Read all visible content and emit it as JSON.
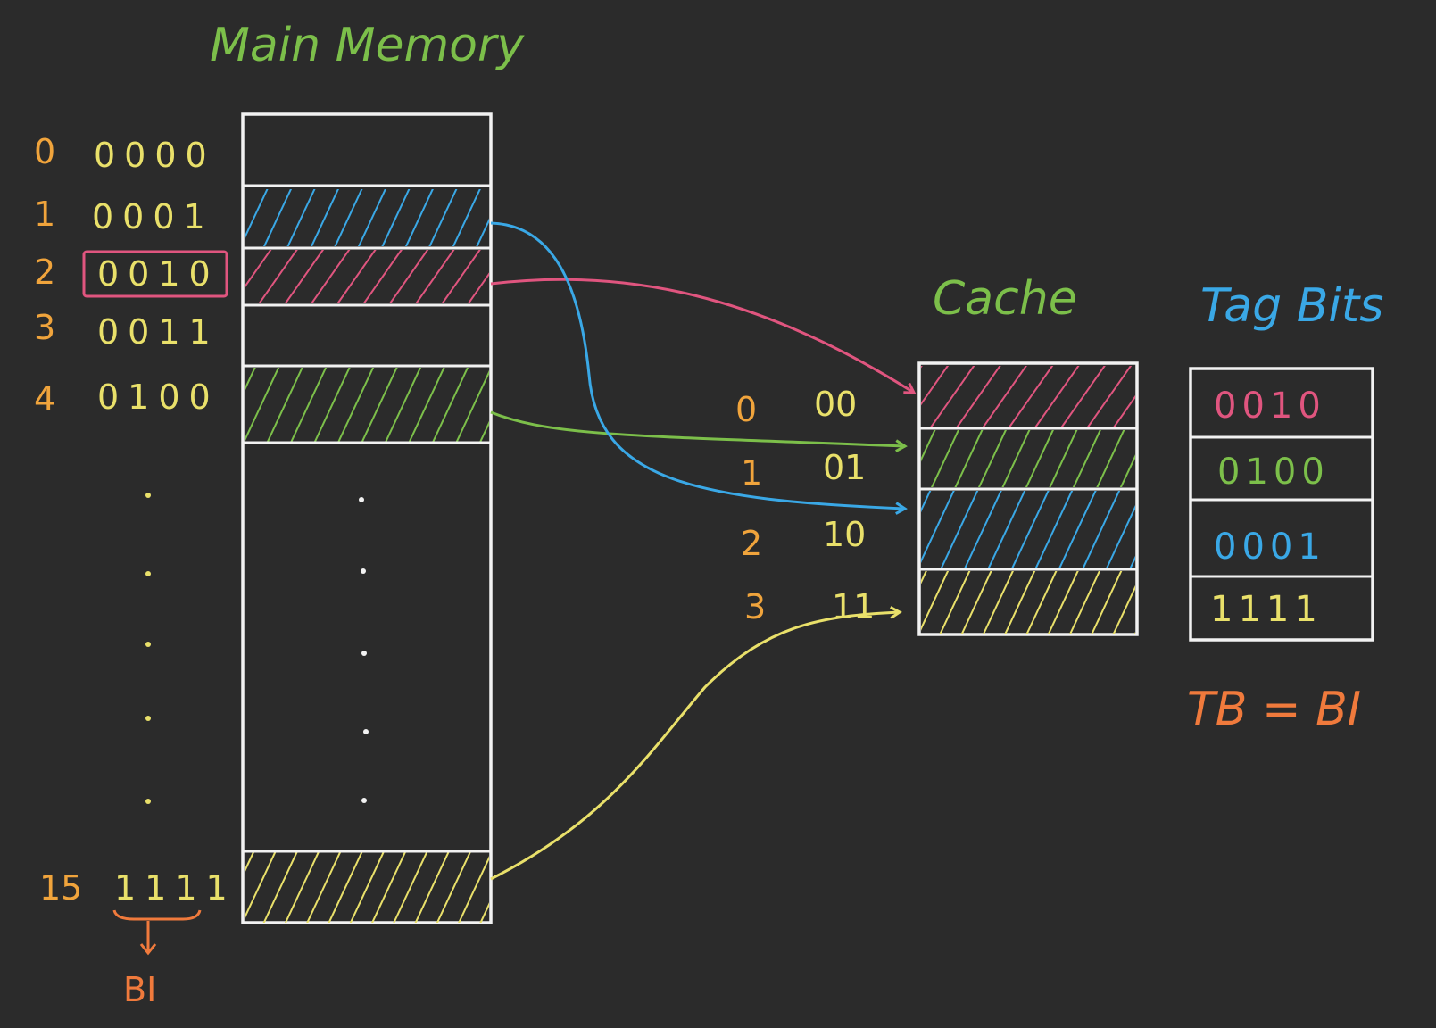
{
  "colors": {
    "background": "#2b2b2b",
    "white": "#f2f2f2",
    "orange": "#f0a43c",
    "yellow": "#e9e06a",
    "blue": "#3aa8e6",
    "pink": "#e0557f",
    "green": "#7cbf4a",
    "red_orange": "#f07a3c",
    "tag_blue": "#3aa8e6"
  },
  "main_memory": {
    "title": "Main Memory",
    "rows": [
      {
        "index": "0",
        "address": "0000",
        "fill": "none"
      },
      {
        "index": "1",
        "address": "0001",
        "fill": "blue"
      },
      {
        "index": "2",
        "address": "0010",
        "fill": "pink",
        "boxed": true
      },
      {
        "index": "3",
        "address": "0011",
        "fill": "none"
      },
      {
        "index": "4",
        "address": "0100",
        "fill": "green"
      }
    ],
    "last_row": {
      "index": "15",
      "address": "1111",
      "fill": "yellow"
    },
    "block_index_label": "BI"
  },
  "cache": {
    "title": "Cache",
    "lines": [
      {
        "index": "0",
        "bits": "00",
        "fill": "pink"
      },
      {
        "index": "1",
        "bits": "01",
        "fill": "green"
      },
      {
        "index": "2",
        "bits": "10",
        "fill": "blue"
      },
      {
        "index": "3",
        "bits": "11",
        "fill": "yellow"
      }
    ]
  },
  "tag_bits": {
    "title": "Tag Bits",
    "values": [
      {
        "value": "0010",
        "color": "pink"
      },
      {
        "value": "0100",
        "color": "green"
      },
      {
        "value": "0001",
        "color": "blue"
      },
      {
        "value": "1111",
        "color": "yellow"
      }
    ],
    "equation": "TB = BI"
  }
}
